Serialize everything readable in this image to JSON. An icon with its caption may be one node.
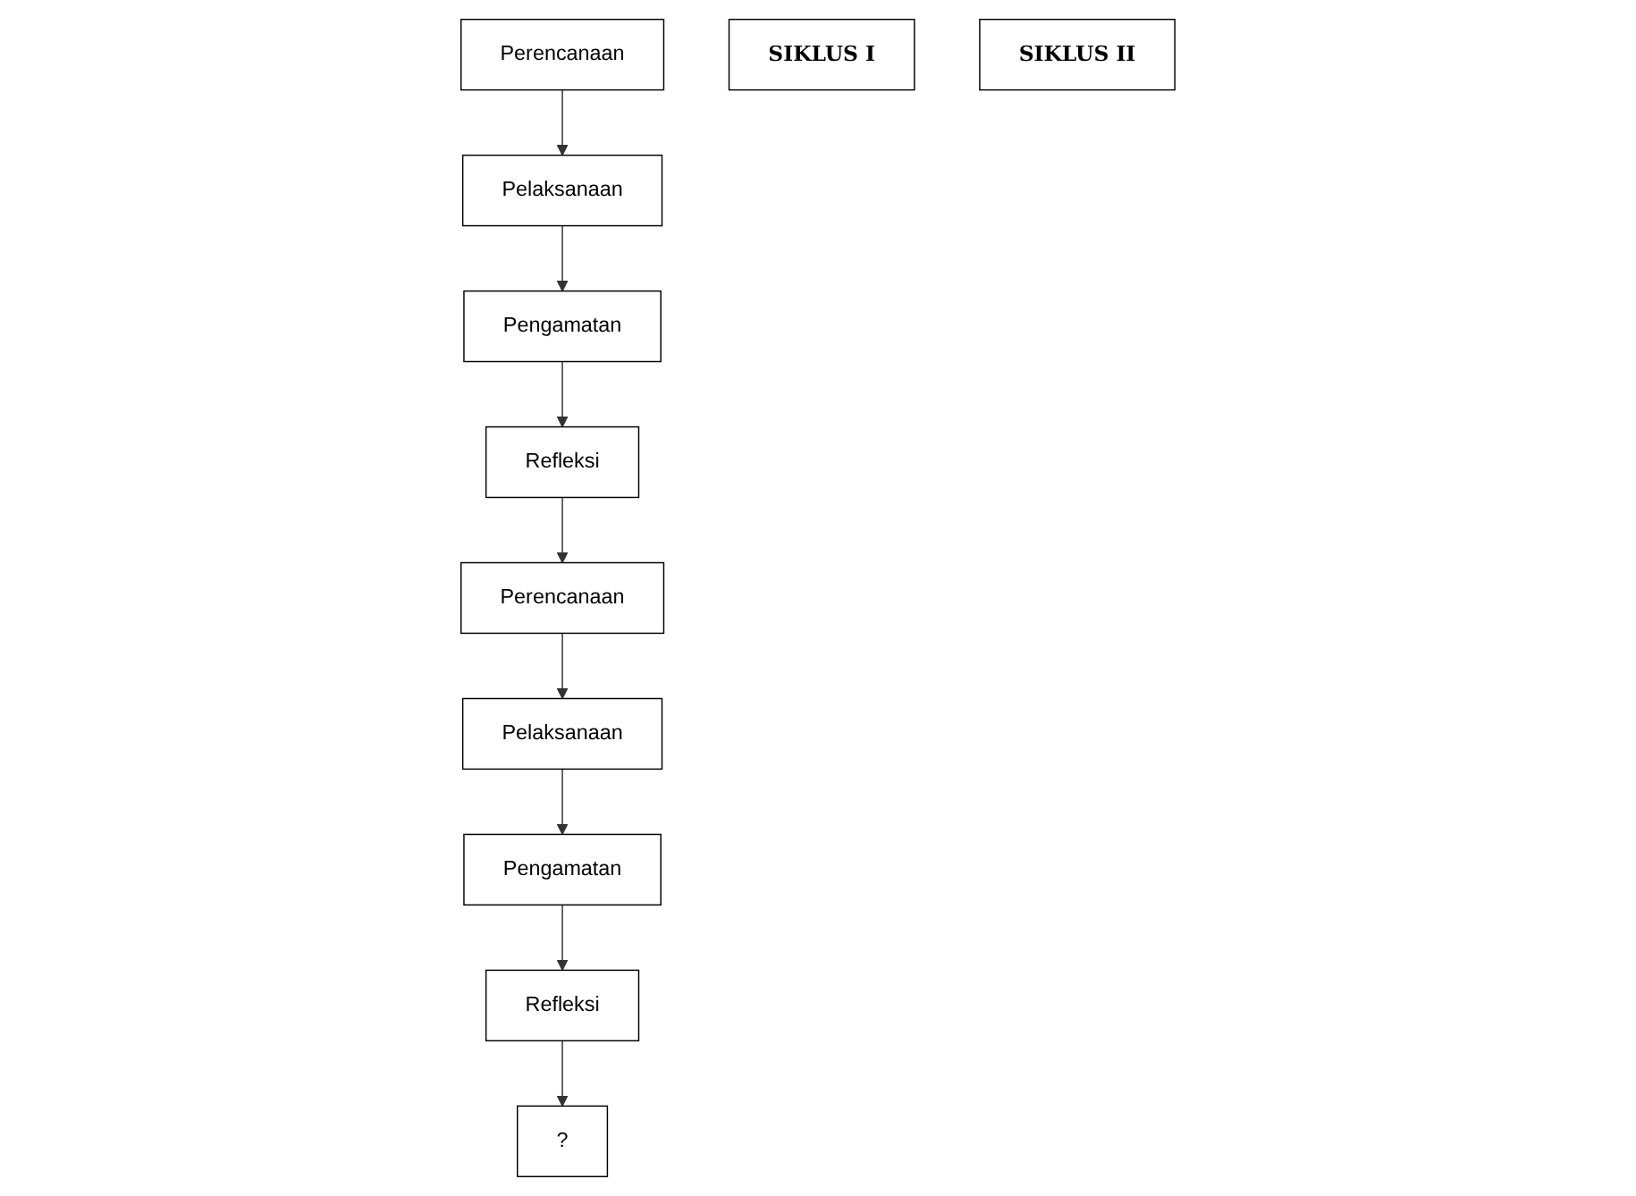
{
  "diagram": {
    "nodes": [
      {
        "text": [
          "Perencanaan"
        ]
      },
      {
        "text": [
          "Refleksi"
        ]
      },
      {
        "text": [
          "SIKLUS I"
        ]
      },
      {
        "text": [
          "Pelaksanaan"
        ]
      },
      {
        "text": [
          "Pengamatan"
        ]
      },
      {
        "text": [
          "Perencanaan"
        ]
      },
      {
        "text": [
          "Refleksi"
        ]
      },
      {
        "text": [
          "SIKLUS II"
        ]
      },
      {
        "text": [
          "Pelaksanaan"
        ]
      },
      {
        "text": [
          "Pengamatan"
        ]
      },
      {
        "text": [
          "?"
        ]
      }
    ],
    "edges": [
      {
        "from": 0,
        "to": 3,
        "arrow": "to"
      },
      {
        "from": 3,
        "to": 4,
        "arrow": "to"
      },
      {
        "from": 4,
        "to": 1,
        "arrow": "to"
      },
      {
        "from": 1,
        "to": 5,
        "arrow": "to"
      },
      {
        "from": 5,
        "to": 8,
        "arrow": "to"
      },
      {
        "from": 8,
        "to": 9,
        "arrow": "to"
      },
      {
        "from": 9,
        "to": 6,
        "arrow": "to"
      },
      {
        "from": 6,
        "to": 10,
        "arrow": "to"
      }
    ]
  }
}
